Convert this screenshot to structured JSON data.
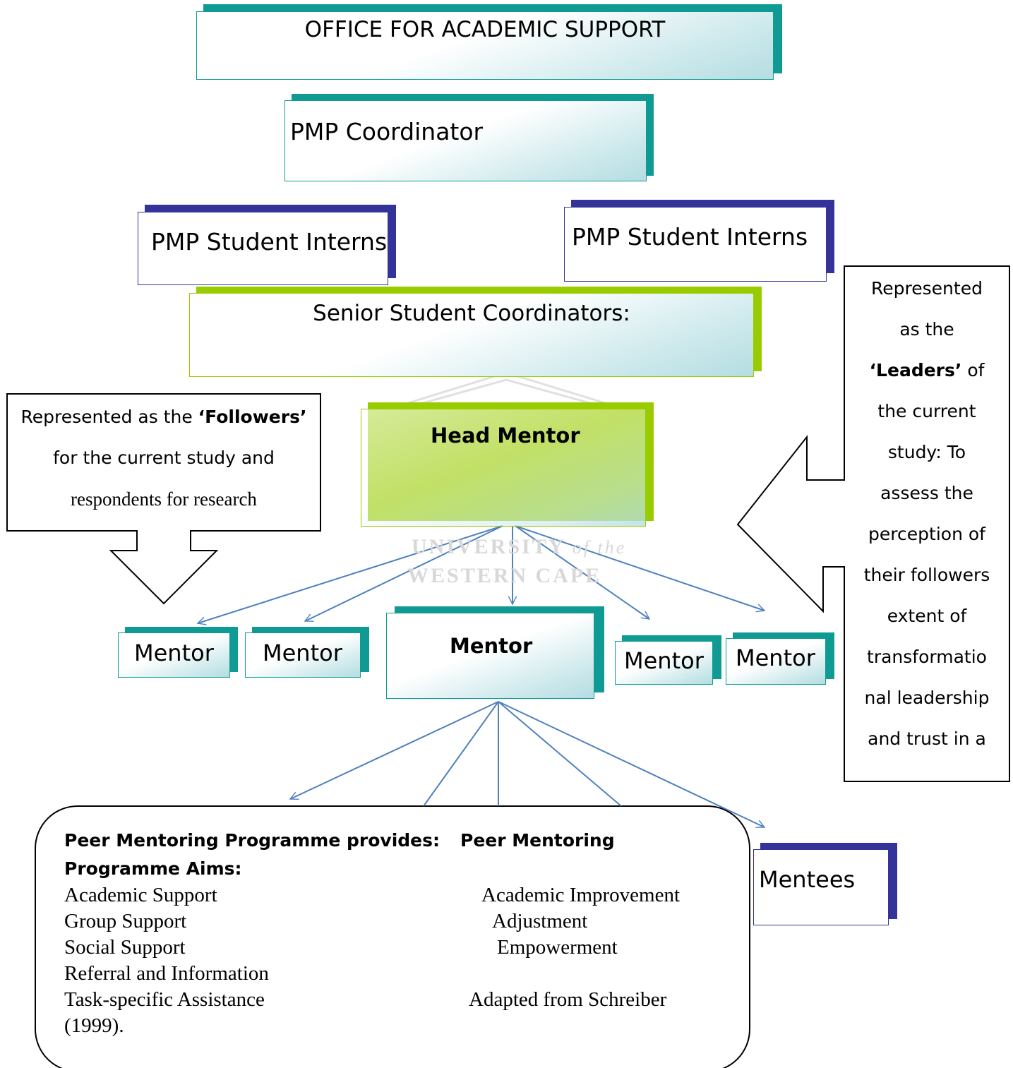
{
  "nodes": {
    "office": "OFFICE FOR ACADEMIC SUPPORT",
    "coordinator": "PMP Coordinator",
    "interns_left": "PMP Student Interns",
    "interns_right": "PMP Student Interns",
    "senior": "Senior Student Coordinators:",
    "head_mentor": "Head Mentor",
    "mentor_1": "Mentor",
    "mentor_2": "Mentor",
    "mentor_center": "Mentor",
    "mentor_4": "Mentor",
    "mentor_5": "Mentor",
    "mentees": "Mentees"
  },
  "followers_callout": {
    "line1_prefix": "Represented as the ",
    "line1_bold": "‘Followers’",
    "line2": "for the current study and",
    "line3": "respondents for research"
  },
  "leaders_callout": {
    "l1": "Represented",
    "l2": "as the",
    "l3_bold": "‘Leaders’",
    "l3_rest": " of",
    "l4": "the current",
    "l5": "study: To",
    "l6": "assess the",
    "l7": "perception of",
    "l8": "their followers",
    "l9": "extent of",
    "l10": "transformatio",
    "l11": "nal leadership",
    "l12": "and trust in a"
  },
  "watermark": {
    "line1_main": "UNIVERSITY",
    "line1_italic": "of the",
    "line2": "WESTERN CAPE"
  },
  "programme": {
    "heading_left": "Peer Mentoring Programme provides:",
    "heading_right": "Peer Mentoring",
    "heading_cont": "Programme Aims:",
    "provides": [
      "Academic Support",
      "Group Support",
      "Social Support",
      "Referral and Information",
      "Task-specific Assistance",
      "(1999)."
    ],
    "aims": [
      "Academic Improvement",
      "Adjustment",
      "Empowerment"
    ],
    "source": "Adapted from Schreiber"
  },
  "colors": {
    "teal": "#0f9b94",
    "navy": "#333399",
    "green": "#99cc00",
    "connector": "#4f81bd"
  }
}
